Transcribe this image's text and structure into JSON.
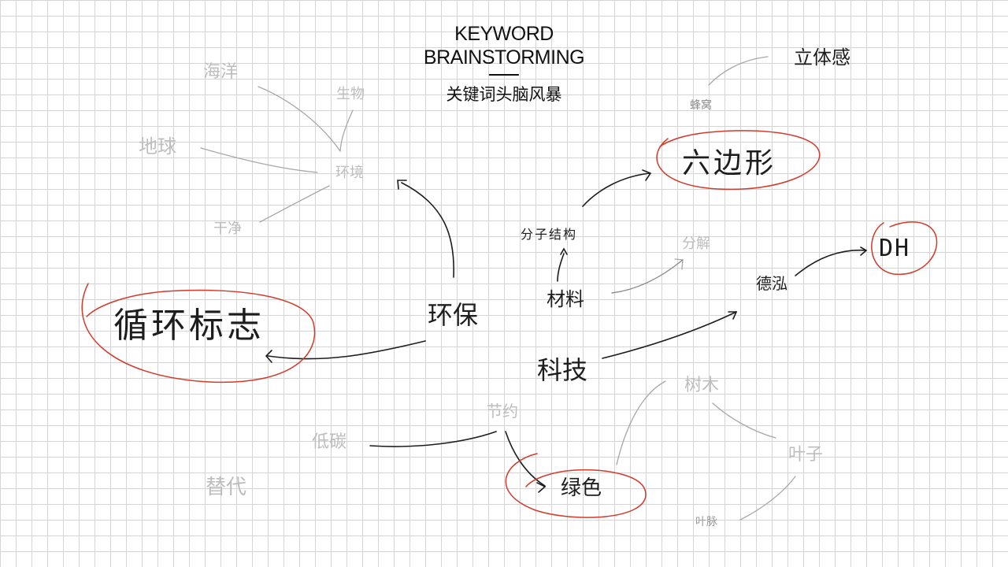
{
  "title": {
    "line1": "KEYWORD",
    "line2": "BRAINSTORMING",
    "chinese": "关键词头脑风暴"
  },
  "colors": {
    "ink": "#1d1d1d",
    "faint": "#bdbdbd",
    "faint_line": "#a8a8a8",
    "highlight": "#d23a2a"
  },
  "nodes": {
    "ocean": "海洋",
    "biology": "生物",
    "earth": "地球",
    "environment": "环境",
    "clean": "干净",
    "circular_logo": "循环标志",
    "eco": "环保",
    "molecular_structure": "分子结构",
    "material": "材料",
    "decompose": "分解",
    "hexagon": "六边形",
    "honeycomb": "蜂窝",
    "three_d": "立体感",
    "dehong": "德泓",
    "dh": "DH",
    "technology": "科技",
    "save": "节约",
    "low_carbon": "低碳",
    "green": "绿色",
    "replace": "替代",
    "tree": "树木",
    "leaf": "叶子",
    "leaf_vein": "叶脉"
  }
}
